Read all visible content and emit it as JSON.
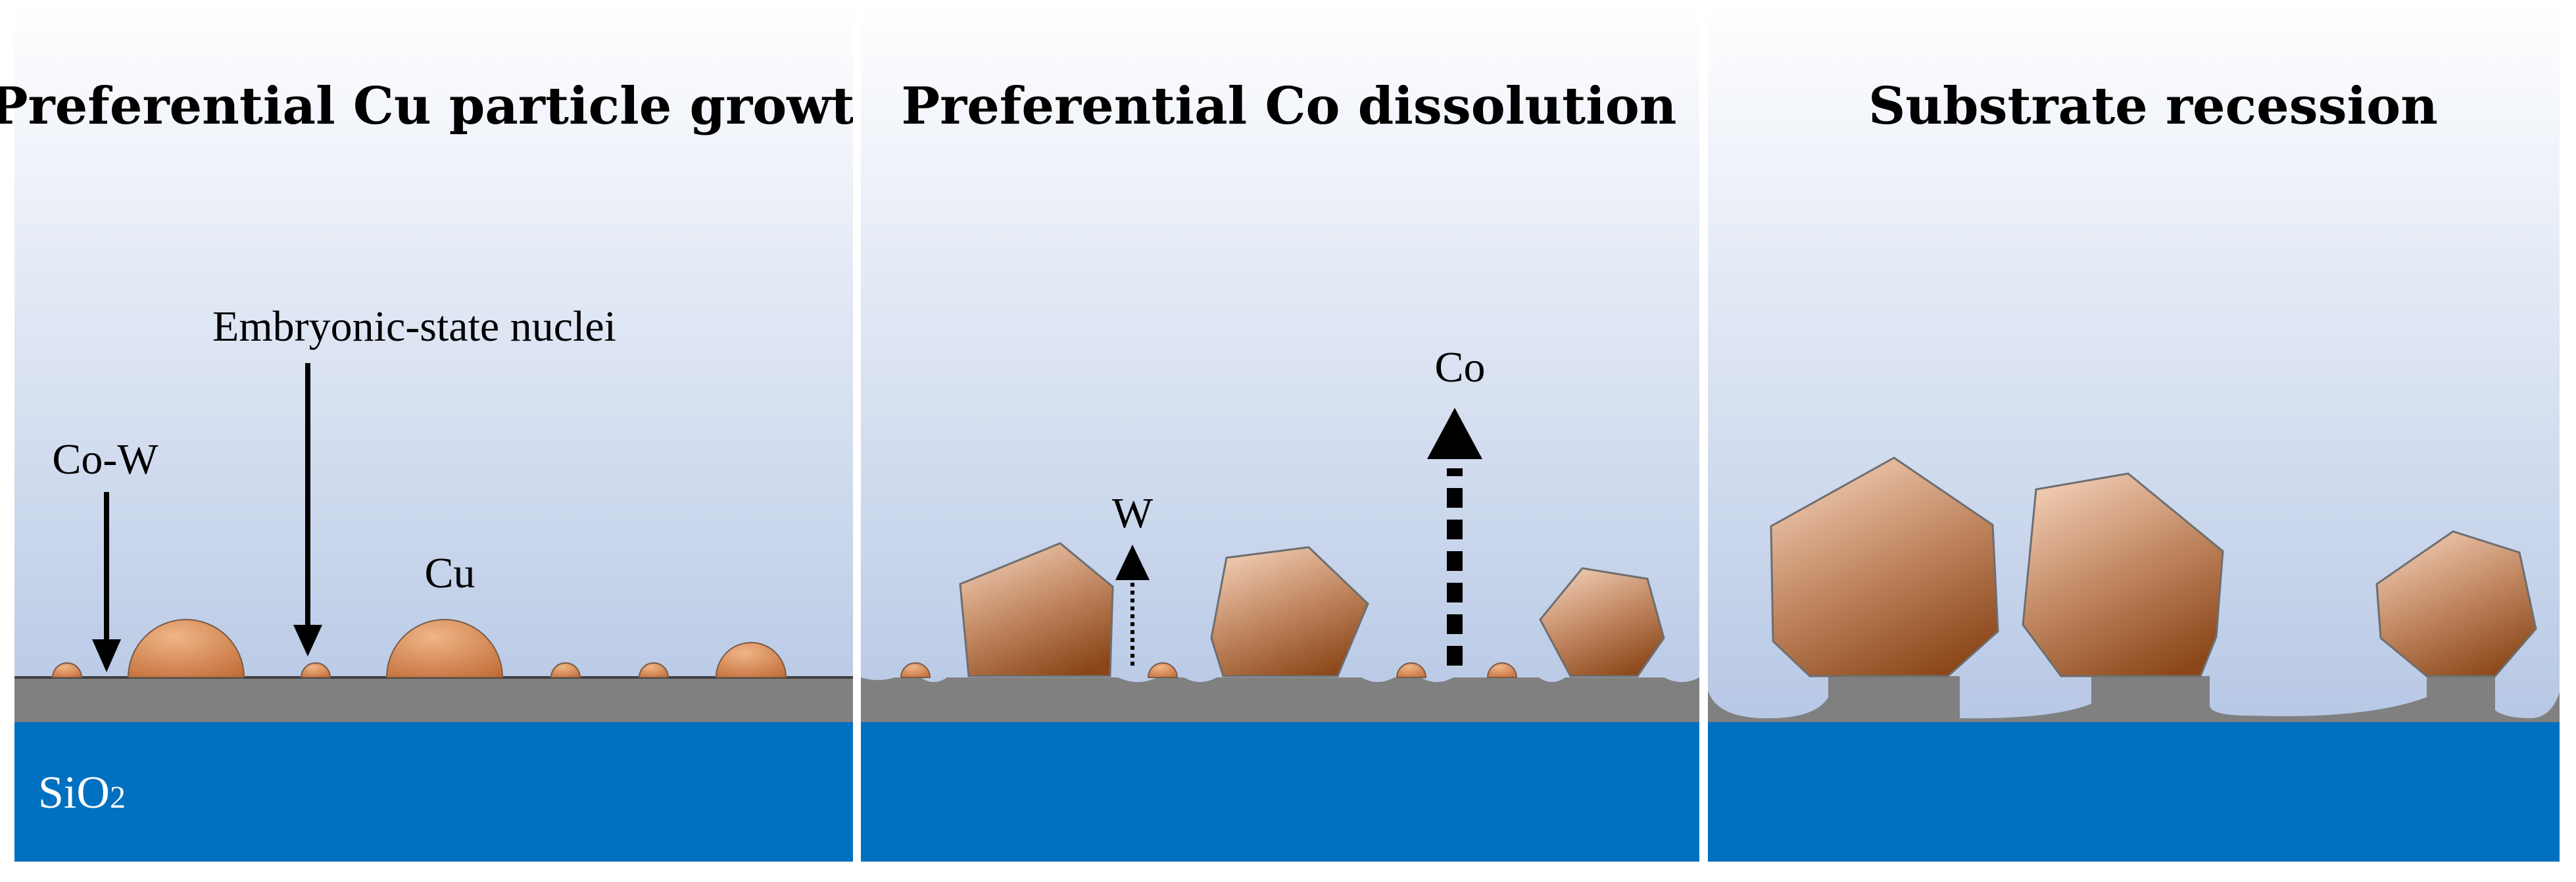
{
  "panels": [
    {
      "title": "Preferential Cu particle growth"
    },
    {
      "title": "Preferential Co dissolution"
    },
    {
      "title": "Substrate recession"
    }
  ],
  "labels": {
    "nuclei": "Embryonic-state nuclei",
    "cow": "Co-W",
    "cu": "Cu",
    "w": "W",
    "co": "Co",
    "sio2_main": "SiO",
    "sio2_sub": "2"
  },
  "colors": {
    "sky_top": "#ffffff",
    "sky_bottom": "#a9bde0",
    "substrate_gray": "#808080",
    "sio2_blue": "#0070c0",
    "particle_light": "#f0c9a8",
    "particle_dark": "#8a4a1e"
  }
}
